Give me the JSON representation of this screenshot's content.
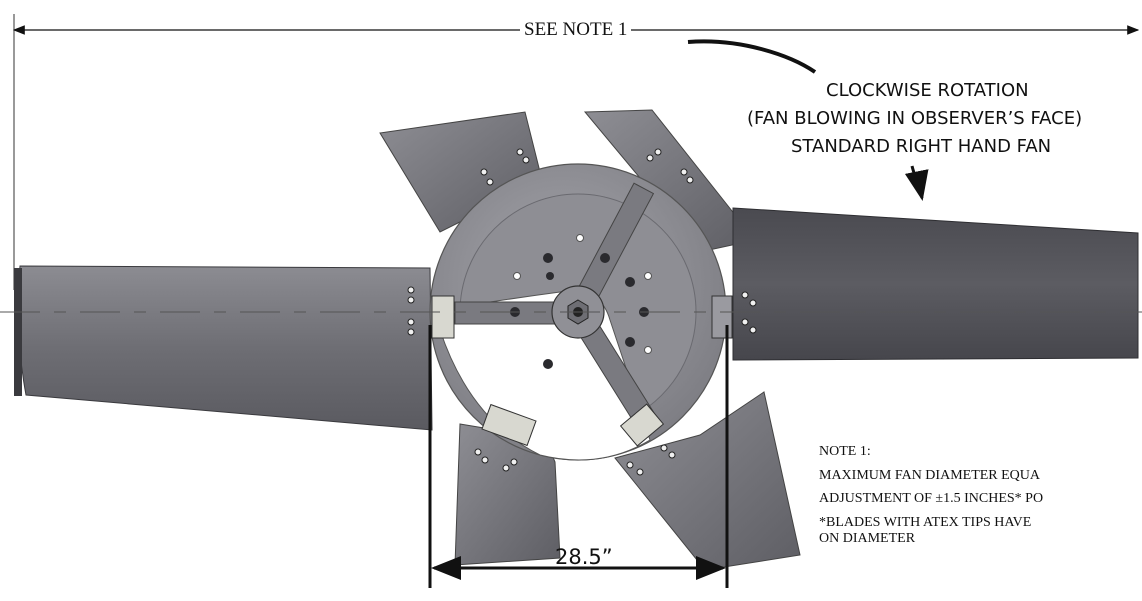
{
  "labels": {
    "see_note": "SEE NOTE 1",
    "rotation_line1": "CLOCKWISE ROTATION",
    "rotation_line2": "(FAN BLOWING IN OBSERVER’S FACE)",
    "rotation_line3": "STANDARD RIGHT HAND FAN",
    "dimension": "28.5”"
  },
  "note": {
    "heading": "NOTE 1:",
    "line1": "MAXIMUM FAN DIAMETER EQUA",
    "line2": "ADJUSTMENT OF ±1.5 INCHES* PO",
    "line3": "*BLADES WITH ATEX TIPS HAVE",
    "line4": "ON DIAMETER"
  },
  "colors": {
    "blade": "#6b6b70",
    "blade_dark": "#3f3f44",
    "hub": "#8a8a90",
    "hub_face": "#9a9aa0",
    "line": "#111111"
  },
  "icons": {
    "dimension_arrow": "double-arrow",
    "callout_arrow": "curved-arrow"
  }
}
